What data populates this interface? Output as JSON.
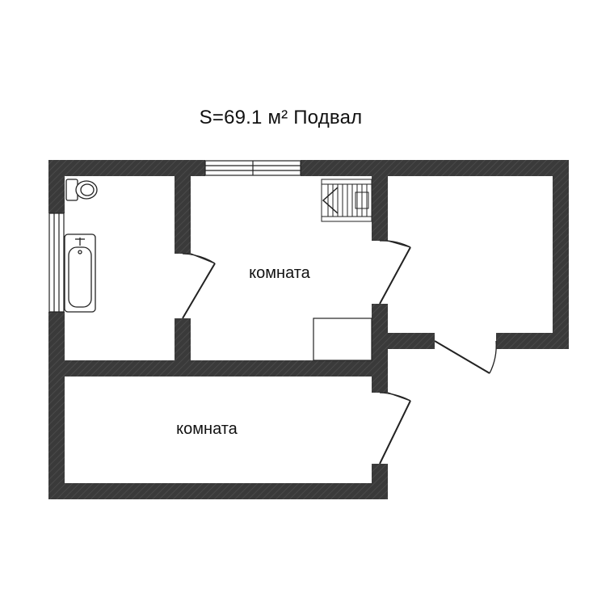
{
  "plan": {
    "title": "S=69.1 м² Подвал",
    "rooms": [
      {
        "label": "комната"
      },
      {
        "label": "комната"
      }
    ]
  },
  "colors": {
    "wall": "#3a3a3a",
    "wall_hatch": "#555555",
    "line": "#222222",
    "background": "#ffffff"
  }
}
